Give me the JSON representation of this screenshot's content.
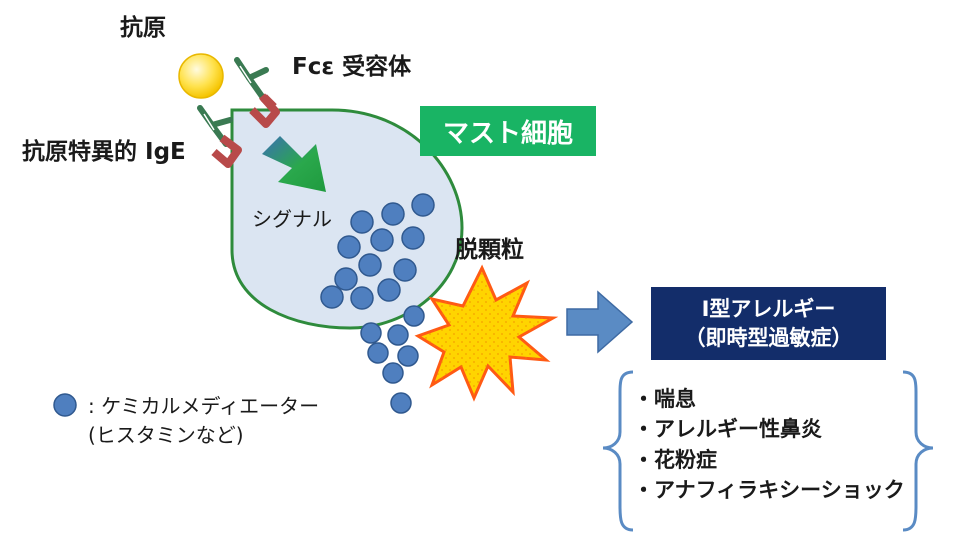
{
  "labels": {
    "antigen": "抗原",
    "fc_receptor": "Fcε 受容体",
    "ige": "抗原特異的 IgE",
    "mast_cell": "マスト細胞",
    "signal": "シグナル",
    "degranulation": "脱顆粒"
  },
  "legend": {
    "line1": ": ケミカルメディエーター",
    "line2": "(ヒスタミンなど)"
  },
  "allergy": {
    "title": "I型アレルギー",
    "subtitle": "（即時型過敏症）"
  },
  "symptoms": [
    "・喘息",
    "・アレルギー性鼻炎",
    "・花粉症",
    "・アナフィラキシーショック"
  ],
  "colors": {
    "cell_fill": "#dbe5f2",
    "cell_stroke": "#2e8b3c",
    "granule": "#4f7fbf",
    "mast_label_bg": "#19b464",
    "allergy_bg": "#132d6a",
    "burst_fill": "#ffd400",
    "burst_stroke": "#ff5a14",
    "antigen": "#ffe24d",
    "receptor": "#b84a4a",
    "arrow": "#5a8bc4",
    "signal_arrow": "#23a845"
  }
}
